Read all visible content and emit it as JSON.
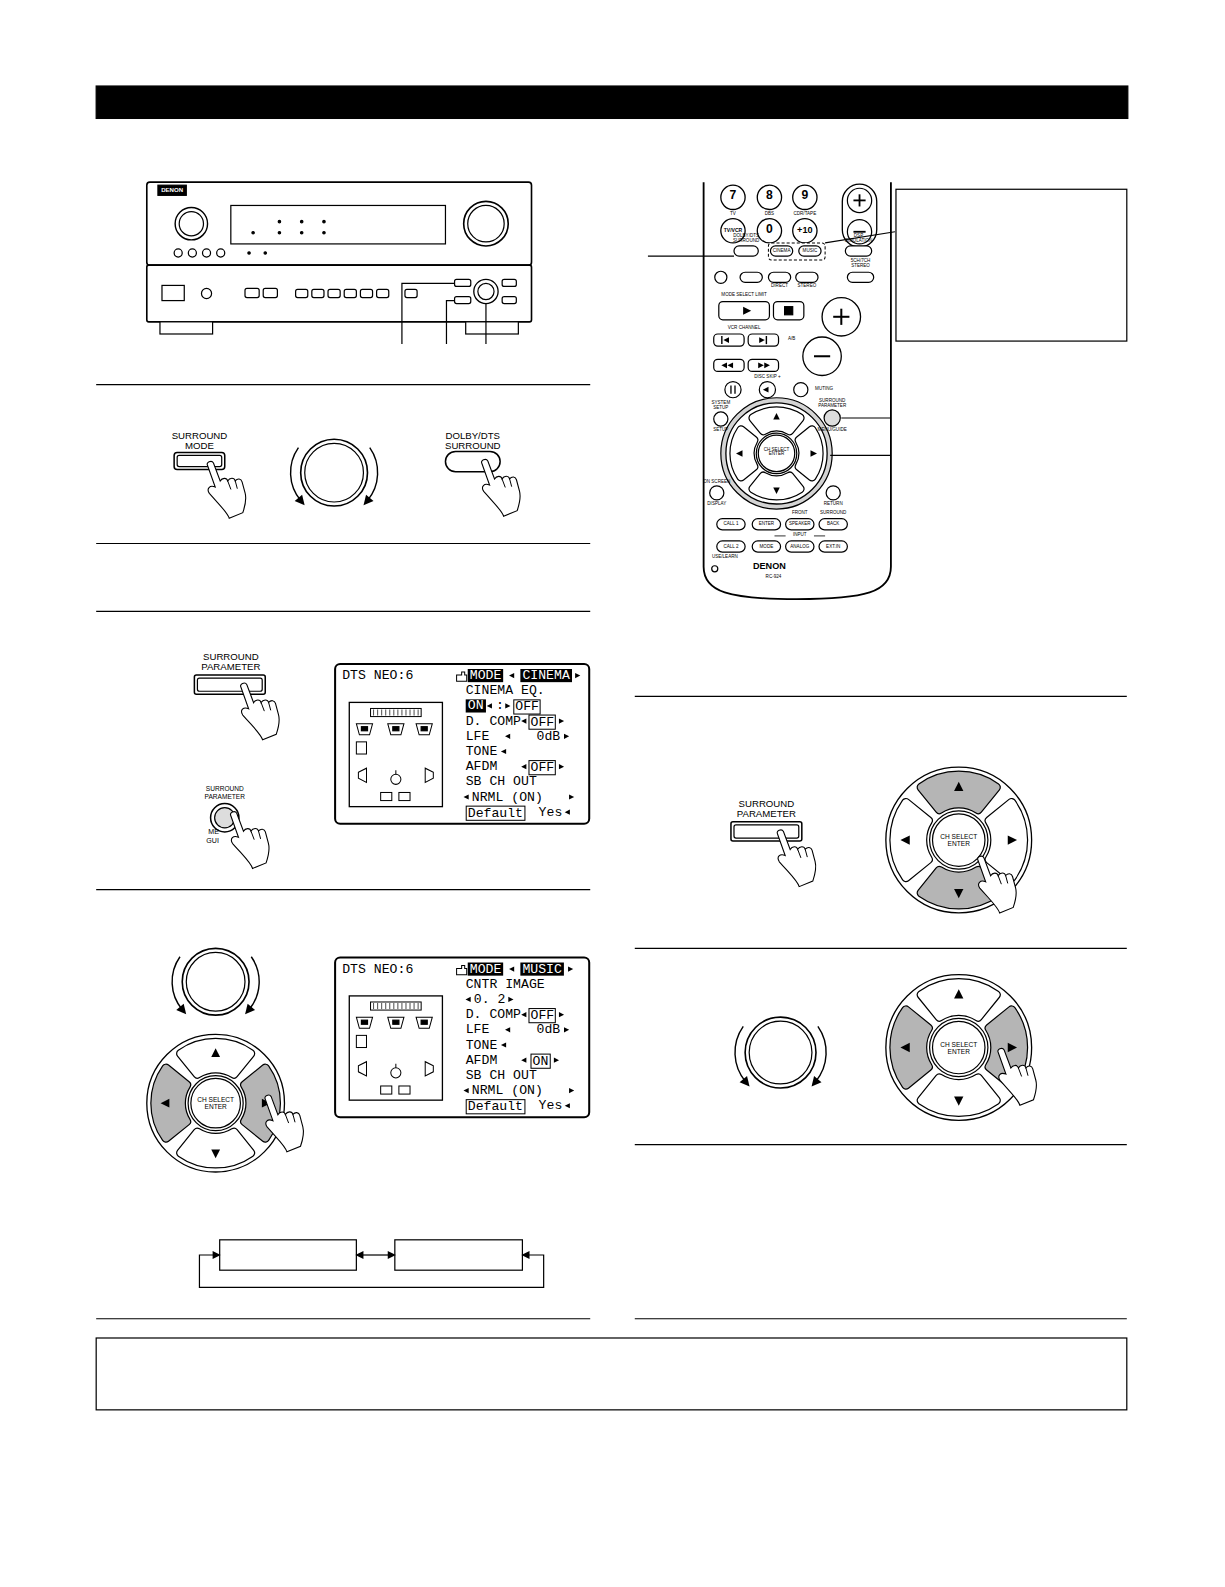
{
  "diagram": {
    "nodes": [
      {
        "text": [
          "DTS NEO:6",
          "MODE",
          "CINEMA",
          "CINEMA EQ.",
          "ON",
          ":",
          "OFF",
          "D. COMP",
          "OFF",
          "LFE",
          "0dB",
          "TONE",
          "AFDM",
          "OFF",
          "SB CH OUT",
          "NRML (ON)",
          "Default",
          "Yes"
        ]
      },
      {
        "text": [
          "DTS NEO:6",
          "MODE",
          "MUSIC",
          "CNTR IMAGE",
          "0. 2",
          "D. COMP",
          "OFF",
          "LFE",
          "0dB",
          "TONE",
          "AFDM",
          "ON",
          "SB CH OUT",
          "NRML (ON)",
          "Default",
          "Yes"
        ]
      }
    ],
    "labels": [
      "DENON",
      "SURROUND MODE",
      "DOLBY/DTS SURROUND",
      "SURROUND PARAMETER",
      "SURROUND PARAMETER",
      "ME",
      "GUI",
      "CH SELECT ENTER",
      "SURROUND PARAMETER",
      "CH SELECT ENTER",
      "CH SELECT ENTER",
      "7",
      "8",
      "9",
      "TV",
      "DBS",
      "CDR/TAPE",
      "TV/VCR",
      "0",
      "+10",
      "DOLBY/DTS SURROUND",
      "CINEMA",
      "MUSIC",
      "DSP SIMULATION",
      "DIRECT",
      "STEREO",
      "5CH/7CH STEREO",
      "MODE SELECT LIMIT",
      "VCR CHANNEL",
      "A/B",
      "DISC SKIP +",
      "MUTING",
      "SYSTEM SETUP",
      "SETUP",
      "SURROUND PARAMETER",
      "MENU/GUIDE",
      "CH SELECT ENTER",
      "ON SCREEN",
      "DISPLAY",
      "RETURN",
      "FRONT",
      "SURROUND",
      "CALL 1",
      "ENTER",
      "SPEAKER",
      "BACK",
      "INPUT",
      "CALL 2",
      "MODE",
      "ANALOG",
      "EXT.IN",
      "USE/LEARN",
      "DENON",
      "RC-924"
    ]
  }
}
